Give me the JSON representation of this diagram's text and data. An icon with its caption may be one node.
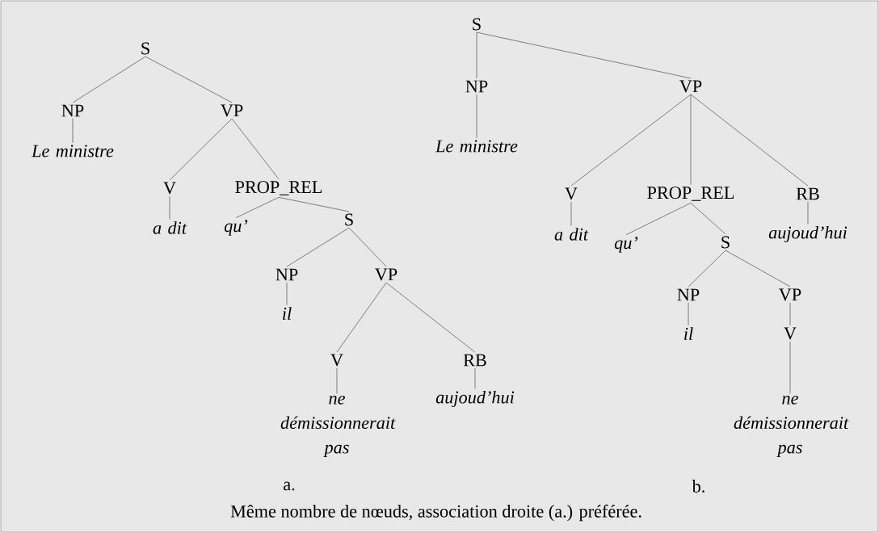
{
  "diagram": {
    "caption": "Même nombre de nœuds, association droite (a.) préférée.",
    "nodes": [
      {
        "text": [
          "S"
        ]
      },
      {
        "text": [
          "NP"
        ]
      },
      {
        "text": [
          "VP"
        ]
      },
      {
        "text": [
          "Le ministre"
        ]
      },
      {
        "text": [
          "V"
        ]
      },
      {
        "text": [
          "PROP_REL"
        ]
      },
      {
        "text": [
          "a dit"
        ]
      },
      {
        "text": [
          "qu’"
        ]
      },
      {
        "text": [
          "S"
        ]
      },
      {
        "text": [
          "NP"
        ]
      },
      {
        "text": [
          "VP"
        ]
      },
      {
        "text": [
          "il"
        ]
      },
      {
        "text": [
          "V"
        ]
      },
      {
        "text": [
          "RB"
        ]
      },
      {
        "text": [
          "ne démissionnerait pas"
        ]
      },
      {
        "text": [
          "aujoud’hui"
        ]
      },
      {
        "text": [
          "S"
        ]
      },
      {
        "text": [
          "NP"
        ]
      },
      {
        "text": [
          "VP"
        ]
      },
      {
        "text": [
          "Le ministre"
        ]
      },
      {
        "text": [
          "V"
        ]
      },
      {
        "text": [
          "PROP_REL"
        ]
      },
      {
        "text": [
          "RB"
        ]
      },
      {
        "text": [
          "a dit"
        ]
      },
      {
        "text": [
          "qu’"
        ]
      },
      {
        "text": [
          "S"
        ]
      },
      {
        "text": [
          "aujoud’hui"
        ]
      },
      {
        "text": [
          "NP"
        ]
      },
      {
        "text": [
          "VP"
        ]
      },
      {
        "text": [
          "il"
        ]
      },
      {
        "text": [
          "V"
        ]
      },
      {
        "text": [
          "ne démissionnerait pas"
        ]
      }
    ],
    "edges": [
      {
        "from": 0,
        "to": 1,
        "arrow": "none"
      },
      {
        "from": 0,
        "to": 2,
        "arrow": "none"
      },
      {
        "from": 1,
        "to": 3,
        "arrow": "none"
      },
      {
        "from": 2,
        "to": 4,
        "arrow": "none"
      },
      {
        "from": 2,
        "to": 5,
        "arrow": "none"
      },
      {
        "from": 4,
        "to": 6,
        "arrow": "none"
      },
      {
        "from": 5,
        "to": 7,
        "arrow": "none"
      },
      {
        "from": 5,
        "to": 8,
        "arrow": "none"
      },
      {
        "from": 8,
        "to": 9,
        "arrow": "none"
      },
      {
        "from": 8,
        "to": 10,
        "arrow": "none"
      },
      {
        "from": 9,
        "to": 11,
        "arrow": "none"
      },
      {
        "from": 10,
        "to": 12,
        "arrow": "none"
      },
      {
        "from": 10,
        "to": 13,
        "arrow": "none"
      },
      {
        "from": 12,
        "to": 14,
        "arrow": "none"
      },
      {
        "from": 13,
        "to": 15,
        "arrow": "none"
      },
      {
        "from": 16,
        "to": 17,
        "arrow": "none"
      },
      {
        "from": 16,
        "to": 18,
        "arrow": "none"
      },
      {
        "from": 17,
        "to": 19,
        "arrow": "none"
      },
      {
        "from": 18,
        "to": 20,
        "arrow": "none"
      },
      {
        "from": 18,
        "to": 21,
        "arrow": "none"
      },
      {
        "from": 18,
        "to": 22,
        "arrow": "none"
      },
      {
        "from": 20,
        "to": 23,
        "arrow": "none"
      },
      {
        "from": 21,
        "to": 24,
        "arrow": "none"
      },
      {
        "from": 21,
        "to": 25,
        "arrow": "none"
      },
      {
        "from": 22,
        "to": 26,
        "arrow": "none"
      },
      {
        "from": 25,
        "to": 27,
        "arrow": "none"
      },
      {
        "from": 25,
        "to": 28,
        "arrow": "none"
      },
      {
        "from": 27,
        "to": 29,
        "arrow": "none"
      },
      {
        "from": 28,
        "to": 30,
        "arrow": "none"
      },
      {
        "from": 30,
        "to": 31,
        "arrow": "none"
      }
    ],
    "labels": [
      "a.",
      "b."
    ]
  }
}
